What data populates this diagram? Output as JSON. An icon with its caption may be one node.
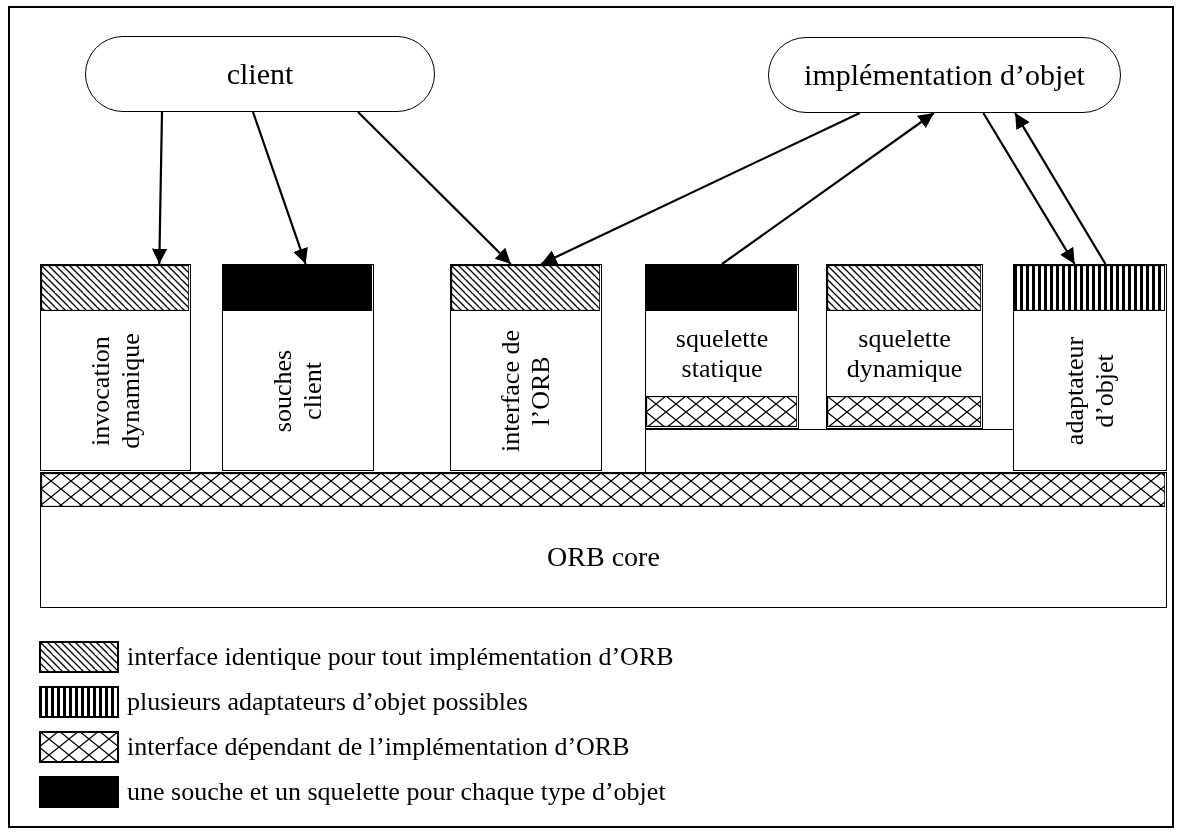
{
  "diagram": {
    "nodes": [
      {
        "text": [
          "client"
        ]
      },
      {
        "text": [
          "implémentation d’objet"
        ]
      },
      {
        "text": [
          "invocation dynamique"
        ]
      },
      {
        "text": [
          "souches client"
        ]
      },
      {
        "text": [
          "interface de l’ORB"
        ]
      },
      {
        "text": [
          "squelette statique"
        ]
      },
      {
        "text": [
          "squelette dynamique"
        ]
      },
      {
        "text": [
          "adaptateur d’objet"
        ]
      },
      {
        "text": [
          "ORB core"
        ]
      },
      {
        "text": [],
        "shape": "bar",
        "in": 5
      },
      {
        "text": [],
        "shape": "bar",
        "in": 6
      },
      {
        "text": [],
        "shape": "bar",
        "in": 8
      }
    ],
    "edges": [
      {
        "from": 0,
        "to": 2,
        "arrow": "to"
      },
      {
        "from": 0,
        "to": 3,
        "arrow": "to"
      },
      {
        "from": 0,
        "to": 4,
        "arrow": "to"
      },
      {
        "from": 1,
        "to": 4,
        "arrow": "to"
      },
      {
        "from": 5,
        "to": 1,
        "arrow": "to"
      },
      {
        "from": 1,
        "to": 7,
        "arrow": "to"
      },
      {
        "from": 7,
        "to": 1,
        "arrow": "to"
      }
    ],
    "legend": [
      {
        "text": "interface identique pour tout implémentation d’ORB"
      },
      {
        "text": "plusieurs adaptateurs d’objet possibles"
      },
      {
        "text": "interface dépendant de l’implémentation d’ORB"
      },
      {
        "text": "une souche et un squelette pour chaque type d’objet",
        "color": "#000000"
      }
    ]
  }
}
